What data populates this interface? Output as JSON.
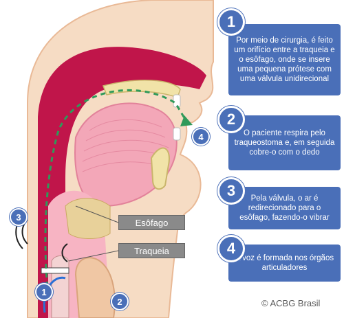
{
  "steps": [
    {
      "number": "1",
      "text": "Por meio de cirurgia, é feito um orifício entre a traqueia e o esôfago, onde se insere uma pequena prótese com uma válvula unidirecional"
    },
    {
      "number": "2",
      "text": "O paciente respira pelo traqueostoma e, em seguida cobre-o com o dedo"
    },
    {
      "number": "3",
      "text": "Pela válvula, o ar é redirecionado para o esôfago, fazendo-o vibrar"
    },
    {
      "number": "4",
      "text": "A voz é formada nos órgãos articuladores"
    }
  ],
  "labels": {
    "esofago": "Esôfago",
    "traqueia": "Traqueia"
  },
  "markers": {
    "m1": "1",
    "m2": "2",
    "m3": "3",
    "m4": "4"
  },
  "copyright": "© ACBG Brasil",
  "colors": {
    "accent": "#4a6fb8",
    "tissue_dark": "#c0154a",
    "tissue_light": "#f3a7b8",
    "skin": "#f2c9a8",
    "airflow": "#2f9a5a"
  }
}
